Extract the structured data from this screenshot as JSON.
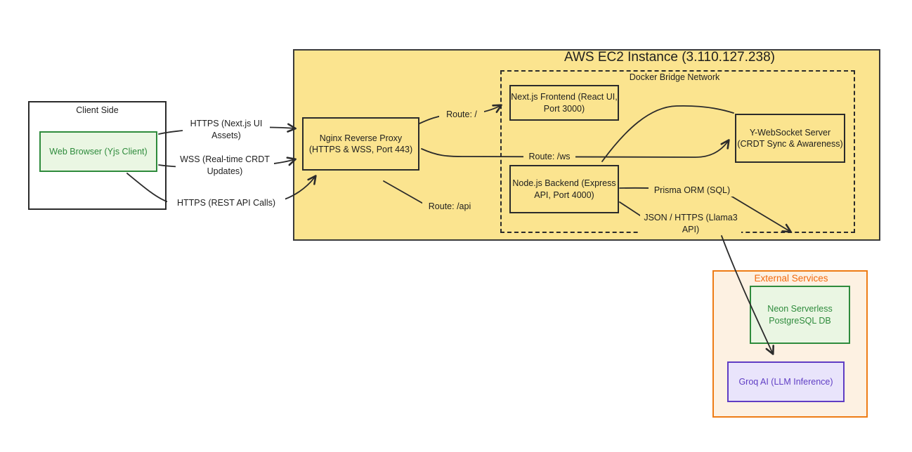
{
  "colors": {
    "canvas_bg": "#ffffff",
    "stroke_dark": "#2b2b2b",
    "aws_fill": "#FBE48F",
    "green_stroke": "#2E8B3C",
    "green_fill": "#EAF6E3",
    "orange_stroke": "#EE7612",
    "orange_fill": "#FDF1E2",
    "purple_stroke": "#5F3DC4",
    "purple_fill": "#E9E4FB"
  },
  "client": {
    "title": "Client Side",
    "browser_label": "Web Browser (Yjs Client)"
  },
  "aws": {
    "title": "AWS EC2 Instance (3.110.127.238)",
    "docker_title": "Docker Bridge Network",
    "nginx_label": "Nginx Reverse Proxy\n(HTTPS & WSS, Port 443)",
    "nextjs_label": "Next.js Frontend (React UI,\nPort 3000)",
    "nodejs_label": "Node.js Backend (Express\nAPI, Port 4000)",
    "ywebsocket_label": "Y-WebSocket Server\n(CRDT Sync & Awareness)"
  },
  "external": {
    "title": "External Services",
    "neon_label": "Neon Serverless\nPostgreSQL DB",
    "groq_label": "Groq AI (LLM Inference)"
  },
  "edges": {
    "https_assets": "HTTPS (Next.js UI\nAssets)",
    "wss_updates": "WSS (Real-time CRDT\nUpdates)",
    "https_rest": "HTTPS (REST API Calls)",
    "route_root": "Route: /",
    "route_ws": "Route: /ws",
    "route_api": "Route: /api",
    "prisma_orm": "Prisma ORM (SQL)",
    "json_https": "JSON / HTTPS (Llama3\nAPI)"
  }
}
